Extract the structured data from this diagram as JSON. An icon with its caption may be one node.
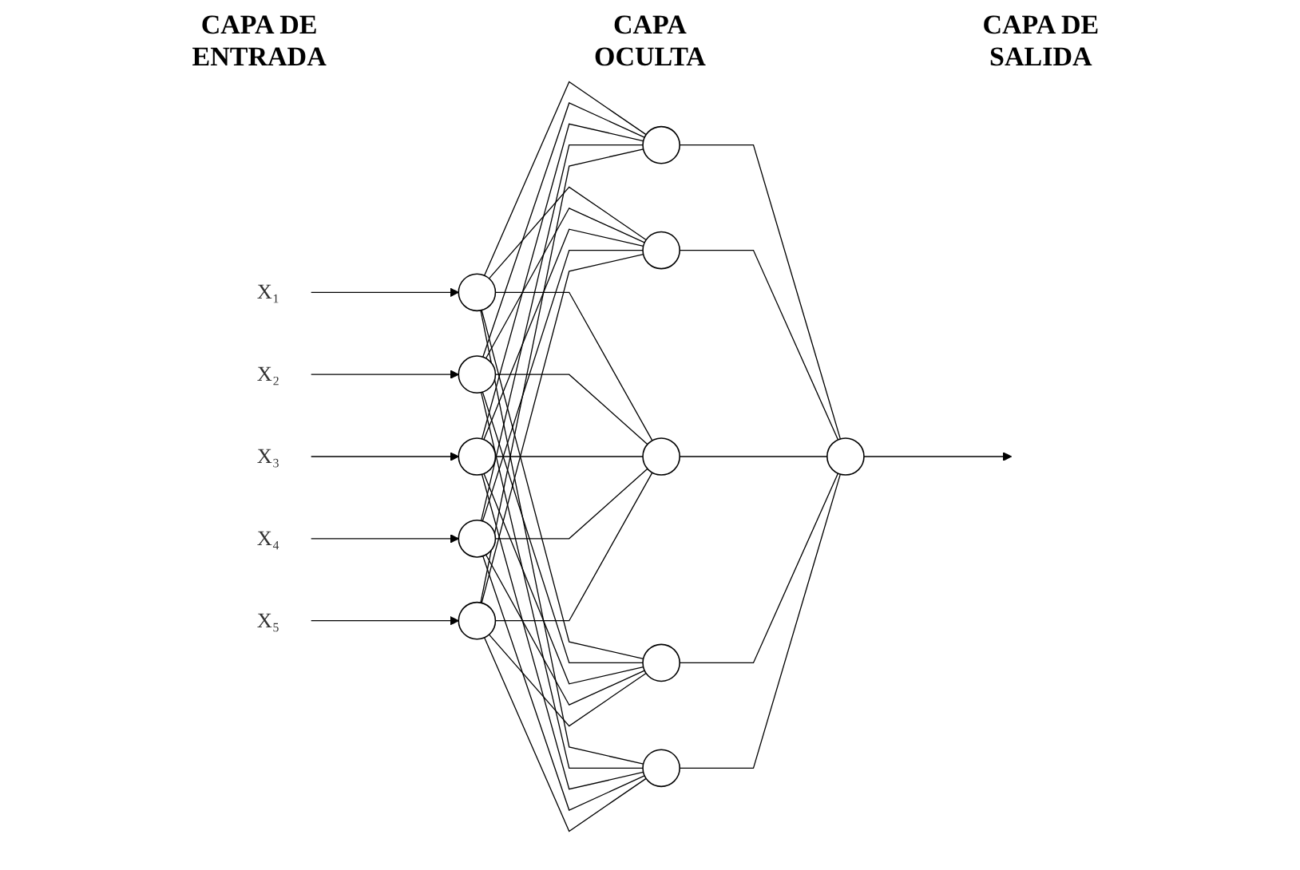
{
  "diagram": {
    "nodes": [
      {
        "text": [
          "X₁"
        ]
      },
      {
        "text": [
          "X₂"
        ]
      },
      {
        "text": [
          "X₃"
        ]
      },
      {
        "text": [
          "X₄"
        ]
      },
      {
        "text": [
          "X₅"
        ]
      },
      {
        "text": [],
        "shape": "circle"
      },
      {
        "text": [],
        "shape": "circle"
      },
      {
        "text": [],
        "shape": "circle"
      },
      {
        "text": [],
        "shape": "circle"
      },
      {
        "text": [],
        "shape": "circle"
      },
      {
        "text": [],
        "shape": "circle"
      },
      {
        "text": [],
        "shape": "circle"
      },
      {
        "text": [],
        "shape": "circle"
      },
      {
        "text": [],
        "shape": "circle"
      },
      {
        "text": [],
        "shape": "circle"
      },
      {
        "text": [],
        "shape": "circle"
      }
    ],
    "edges": [
      {
        "from": 0,
        "to": 5,
        "arrow": "to"
      },
      {
        "from": 1,
        "to": 6,
        "arrow": "to"
      },
      {
        "from": 2,
        "to": 7,
        "arrow": "to"
      },
      {
        "from": 3,
        "to": 8,
        "arrow": "to"
      },
      {
        "from": 4,
        "to": 9,
        "arrow": "to"
      },
      {
        "from": 5,
        "to": 10,
        "arrow": "none"
      },
      {
        "from": 5,
        "to": 11,
        "arrow": "none"
      },
      {
        "from": 5,
        "to": 12,
        "arrow": "none"
      },
      {
        "from": 5,
        "to": 13,
        "arrow": "none"
      },
      {
        "from": 5,
        "to": 14,
        "arrow": "none"
      },
      {
        "from": 6,
        "to": 10,
        "arrow": "none"
      },
      {
        "from": 6,
        "to": 11,
        "arrow": "none"
      },
      {
        "from": 6,
        "to": 12,
        "arrow": "none"
      },
      {
        "from": 6,
        "to": 13,
        "arrow": "none"
      },
      {
        "from": 6,
        "to": 14,
        "arrow": "none"
      },
      {
        "from": 7,
        "to": 10,
        "arrow": "none"
      },
      {
        "from": 7,
        "to": 11,
        "arrow": "none"
      },
      {
        "from": 7,
        "to": 12,
        "arrow": "none"
      },
      {
        "from": 7,
        "to": 13,
        "arrow": "none"
      },
      {
        "from": 7,
        "to": 14,
        "arrow": "none"
      },
      {
        "from": 8,
        "to": 10,
        "arrow": "none"
      },
      {
        "from": 8,
        "to": 11,
        "arrow": "none"
      },
      {
        "from": 8,
        "to": 12,
        "arrow": "none"
      },
      {
        "from": 8,
        "to": 13,
        "arrow": "none"
      },
      {
        "from": 8,
        "to": 14,
        "arrow": "none"
      },
      {
        "from": 9,
        "to": 10,
        "arrow": "none"
      },
      {
        "from": 9,
        "to": 11,
        "arrow": "none"
      },
      {
        "from": 9,
        "to": 12,
        "arrow": "none"
      },
      {
        "from": 9,
        "to": 13,
        "arrow": "none"
      },
      {
        "from": 9,
        "to": 14,
        "arrow": "none"
      },
      {
        "from": 10,
        "to": 15,
        "arrow": "none"
      },
      {
        "from": 11,
        "to": 15,
        "arrow": "none"
      },
      {
        "from": 12,
        "to": 15,
        "arrow": "none"
      },
      {
        "from": 13,
        "to": 15,
        "arrow": "none"
      },
      {
        "from": 14,
        "to": 15,
        "arrow": "none"
      },
      {
        "from": 15,
        "to": null,
        "arrow": "to"
      }
    ],
    "labels": [
      "CAPA DE ENTRADA",
      "CAPA OCULTA",
      "CAPA DE SALIDA"
    ]
  }
}
